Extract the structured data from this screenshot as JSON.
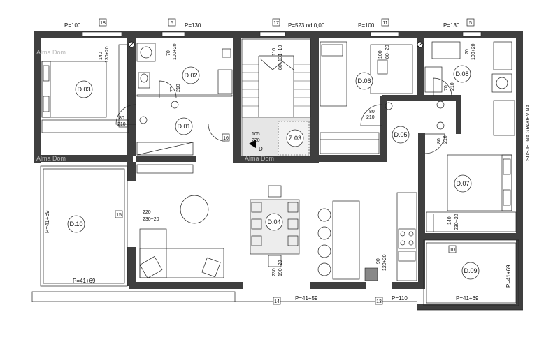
{
  "rooms": {
    "d01": "D.01",
    "d02": "D.02",
    "d03": "D.03",
    "d04": "D.04",
    "d05": "D.05",
    "d06": "D.06",
    "d07": "D.07",
    "d08": "D.08",
    "d09": "D.09",
    "d10": "D.10",
    "z03": "Z.03"
  },
  "window_tags": {
    "w18": "18",
    "w5a": "5",
    "w17": "17",
    "w11": "11",
    "w5b": "5",
    "w16": "16",
    "w15": "15",
    "w10": "10",
    "w14": "14",
    "w13": "13"
  },
  "window_labels": {
    "p100a": "P=100",
    "p130a": "P=130",
    "p523": "P=523 od 0,00",
    "p100b": "P=100",
    "p130b": "P=130",
    "p41_69_d10": "P=41+69",
    "p41_69_bottom": "P=41+69",
    "p41_59": "P=41+59",
    "p110": "P=110",
    "p41_69_d09": "P=41+69",
    "p41_69_d09r": "P=41+69",
    "p41_69_left": "P=41+69"
  },
  "dimensions": {
    "d03_win": "140",
    "d03_win2": "130+20",
    "d02_w": "70",
    "d02_w2": "100+20",
    "stair_w": "110",
    "stair_w2": "80+131+10",
    "d06_w": "100",
    "d06_w2": "80+20",
    "d08_w": "70",
    "d08_w2": "100+20",
    "door_d02_1": "70",
    "door_d02_2": "210",
    "door_d03_1": "80",
    "door_d03_2": "210",
    "door_d06_1": "80",
    "door_d06_2": "210",
    "door_d08_1": "70",
    "door_d08_2": "210",
    "door_d07_1": "80",
    "door_d07_2": "210",
    "entry_1": "105",
    "entry_2": "220",
    "liv_1": "220",
    "liv_2": "230+20",
    "d07_win_1": "140",
    "d07_win_2": "230+20",
    "kit_win_1": "230",
    "kit_win_2": "190+20",
    "kit_win2_1": "90",
    "kit_win2_2": "120+20",
    "stair_tag": "16"
  },
  "marks": {
    "door_arrow": "D",
    "neighbour": "SUSJEDNA GRAĐEVINA"
  },
  "watermark": "Alma Dom"
}
